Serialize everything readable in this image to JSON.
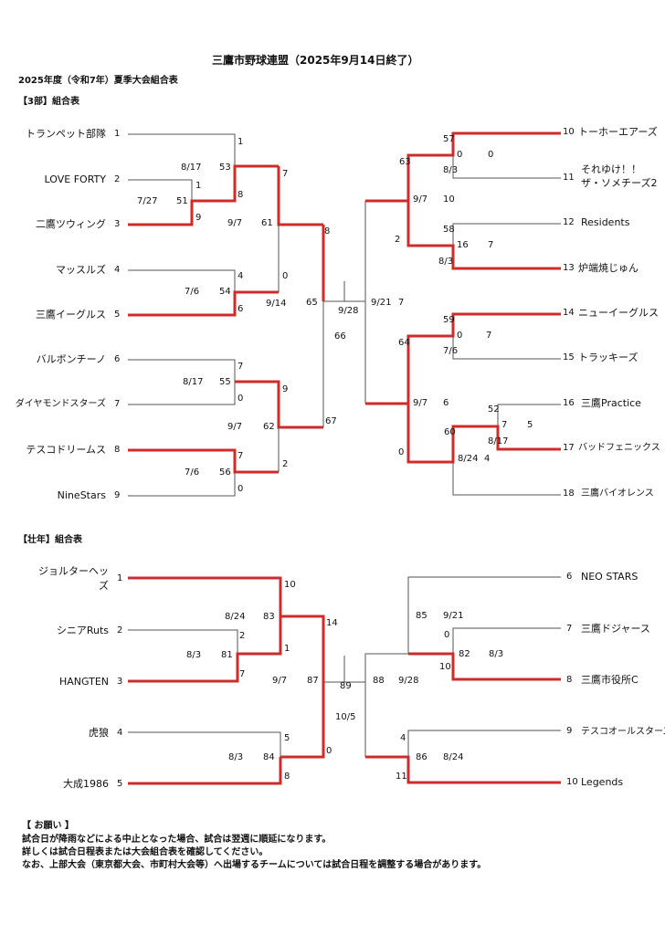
{
  "header": {
    "title": "三鷹市野球連盟（2025年9月14日終了）",
    "subtitle": "2025年度（令和7年）夏季大会組合表",
    "division1": "【3部】組合表",
    "division2": "【壮年】組合表"
  },
  "colors": {
    "winner": "#d02b2b",
    "line": "#555555"
  },
  "bracket1": {
    "left_teams": [
      {
        "name": "トランペット部隊",
        "seed": "1"
      },
      {
        "name": "LOVE FORTY",
        "seed": "2"
      },
      {
        "name": "二鷹ツウィング",
        "seed": "3"
      },
      {
        "name": "マッスルズ",
        "seed": "4"
      },
      {
        "name": "三鷹イーグルス",
        "seed": "5"
      },
      {
        "name": "バルボンチーノ",
        "seed": "6"
      },
      {
        "name": "ダイヤモンドスターズ",
        "seed": "7"
      },
      {
        "name": "テスコドリームス",
        "seed": "8"
      },
      {
        "name": "NineStars",
        "seed": "9"
      }
    ],
    "right_teams": [
      {
        "name": "トーホーエアーズ",
        "seed": "10"
      },
      {
        "name": "それゆけ！！",
        "name2": "ザ・ソメチーズ2",
        "seed": "11"
      },
      {
        "name": "Residents",
        "seed": "12"
      },
      {
        "name": "炉端焼じゅん",
        "seed": "13"
      },
      {
        "name": "ニューイーグルス",
        "seed": "14"
      },
      {
        "name": "トラッキーズ",
        "seed": "15"
      },
      {
        "name": "三鷹Practice",
        "seed": "16"
      },
      {
        "name": "バッドフェニックス",
        "seed": "17"
      },
      {
        "name": "三鷹バイオレンス",
        "seed": "18"
      }
    ],
    "scores": [
      "1",
      "1",
      "53",
      "8/17",
      "8",
      "9",
      "51",
      "7/27",
      "7",
      "61",
      "9/7",
      "4",
      "54",
      "6",
      "7/6",
      "0",
      "9/14",
      "8",
      "65",
      "7",
      "55",
      "0",
      "8/17",
      "9",
      "62",
      "9/7",
      "7",
      "56",
      "0",
      "7/6",
      "2",
      "67",
      "9/28",
      "66",
      "9/21",
      "7",
      "57",
      "0",
      "8/3",
      "0",
      "63",
      "9/7",
      "10",
      "2",
      "58",
      "16",
      "8/3",
      "7",
      "59",
      "0",
      "7/6",
      "7",
      "64",
      "9/7",
      "6",
      "0",
      "52",
      "7",
      "8/17",
      "5",
      "60",
      "8/24",
      "4"
    ]
  },
  "bracket2": {
    "left_teams": [
      {
        "name": "ジョルターヘッ",
        "name2": "ズ",
        "seed": "1"
      },
      {
        "name": "シニアRuts",
        "seed": "2"
      },
      {
        "name": "HANGTEN",
        "seed": "3"
      },
      {
        "name": "虎狼",
        "seed": "4"
      },
      {
        "name": "大成1986",
        "seed": "5"
      }
    ],
    "right_teams": [
      {
        "name": "NEO STARS",
        "seed": "6"
      },
      {
        "name": "三鷹ドジャース",
        "seed": "7"
      },
      {
        "name": "三鷹市役所C",
        "seed": "8"
      },
      {
        "name": "テスコオールスターズ",
        "seed": "9"
      },
      {
        "name": "Legends",
        "seed": "10"
      }
    ],
    "scores": [
      "10",
      "83",
      "8/24",
      "2",
      "81",
      "1",
      "7",
      "8/3",
      "87",
      "9/7",
      "14",
      "5",
      "84",
      "8",
      "8/3",
      "0",
      "89",
      "10/5",
      "85",
      "9/21",
      "0",
      "82",
      "10",
      "8/3",
      "88",
      "9/28",
      "4",
      "86",
      "11",
      "8/24"
    ]
  },
  "notes": {
    "heading": "【 お願い 】",
    "lines": [
      "試合日が降雨などによる中止となった場合、試合は翌週に順延になります。",
      "詳しくは試合日程表または大会組合表を確認してください。",
      "なお、上部大会（東京都大会、市町村大会等）へ出場するチームについては試合日程を調整する場合があります。"
    ]
  }
}
